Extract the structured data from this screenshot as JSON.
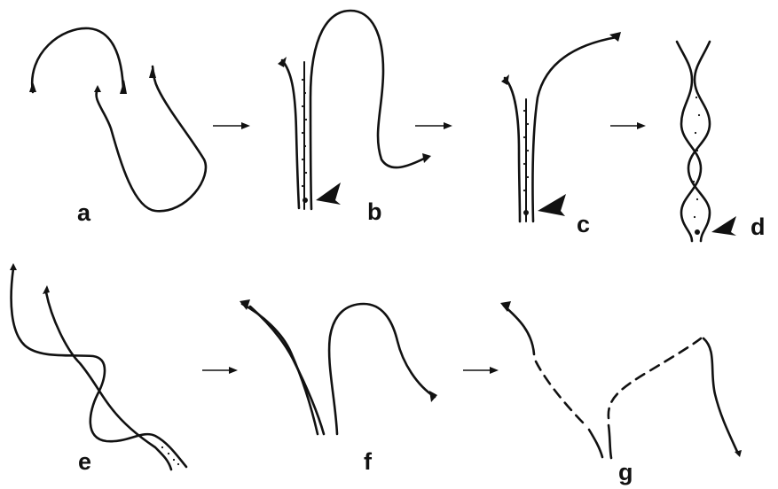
{
  "panels": [
    {
      "id": "a",
      "label": "a"
    },
    {
      "id": "b",
      "label": "b"
    },
    {
      "id": "c",
      "label": "c"
    },
    {
      "id": "d",
      "label": "d"
    },
    {
      "id": "e",
      "label": "e"
    },
    {
      "id": "f",
      "label": "f"
    },
    {
      "id": "g",
      "label": "g"
    }
  ],
  "colors": {
    "ink": "#111111",
    "background": "#ffffff"
  }
}
